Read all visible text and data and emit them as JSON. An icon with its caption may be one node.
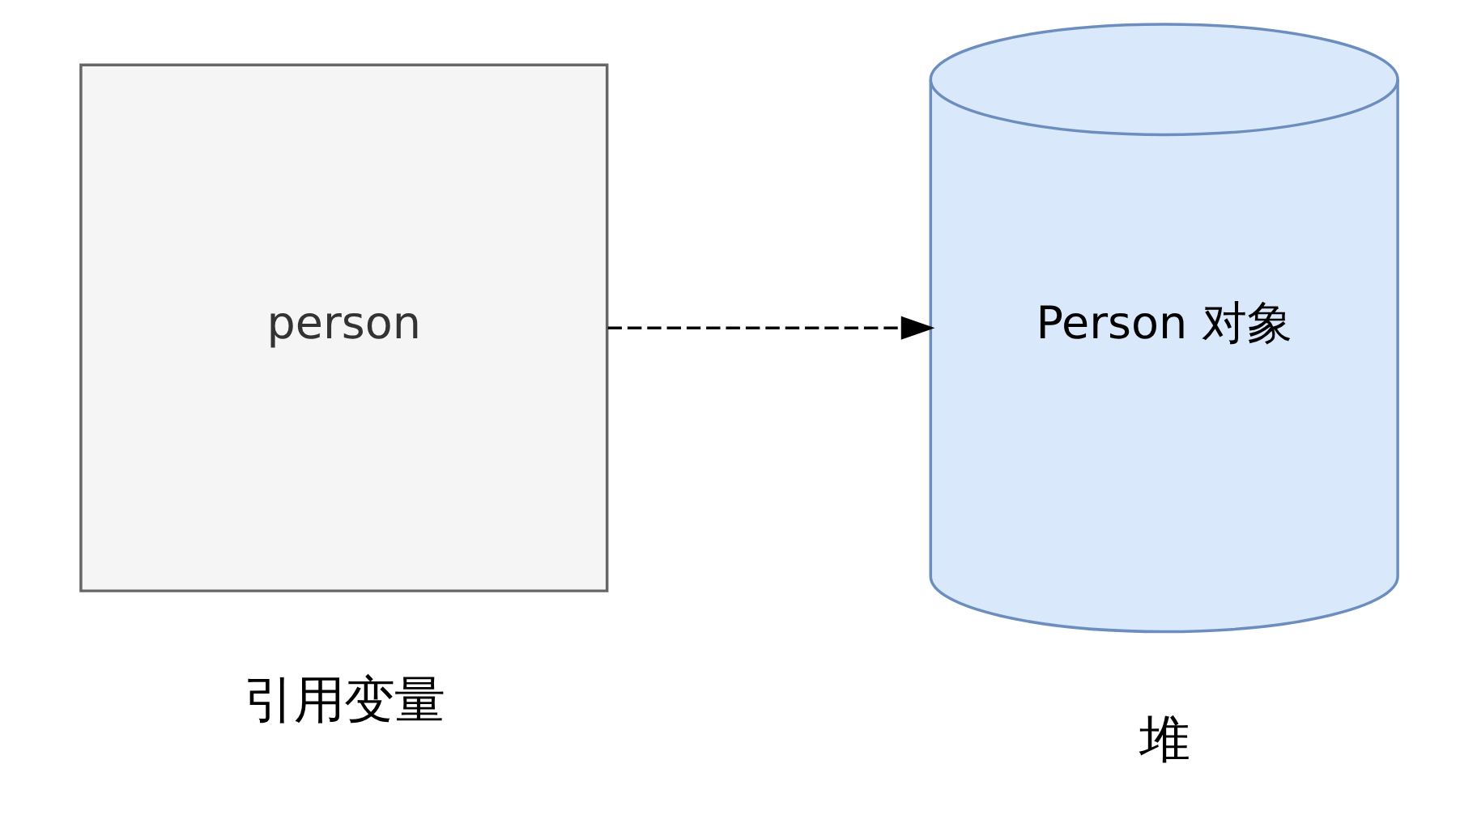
{
  "diagram": {
    "nodes": [
      {
        "text": [
          "person"
        ],
        "beside": [
          "引用变量"
        ]
      },
      {
        "text": [
          "Person 对象"
        ],
        "beside": [
          "堆"
        ]
      }
    ],
    "edges": [
      {
        "from": 0,
        "to": 1,
        "arrow": "to",
        "style": "dashed"
      }
    ]
  }
}
